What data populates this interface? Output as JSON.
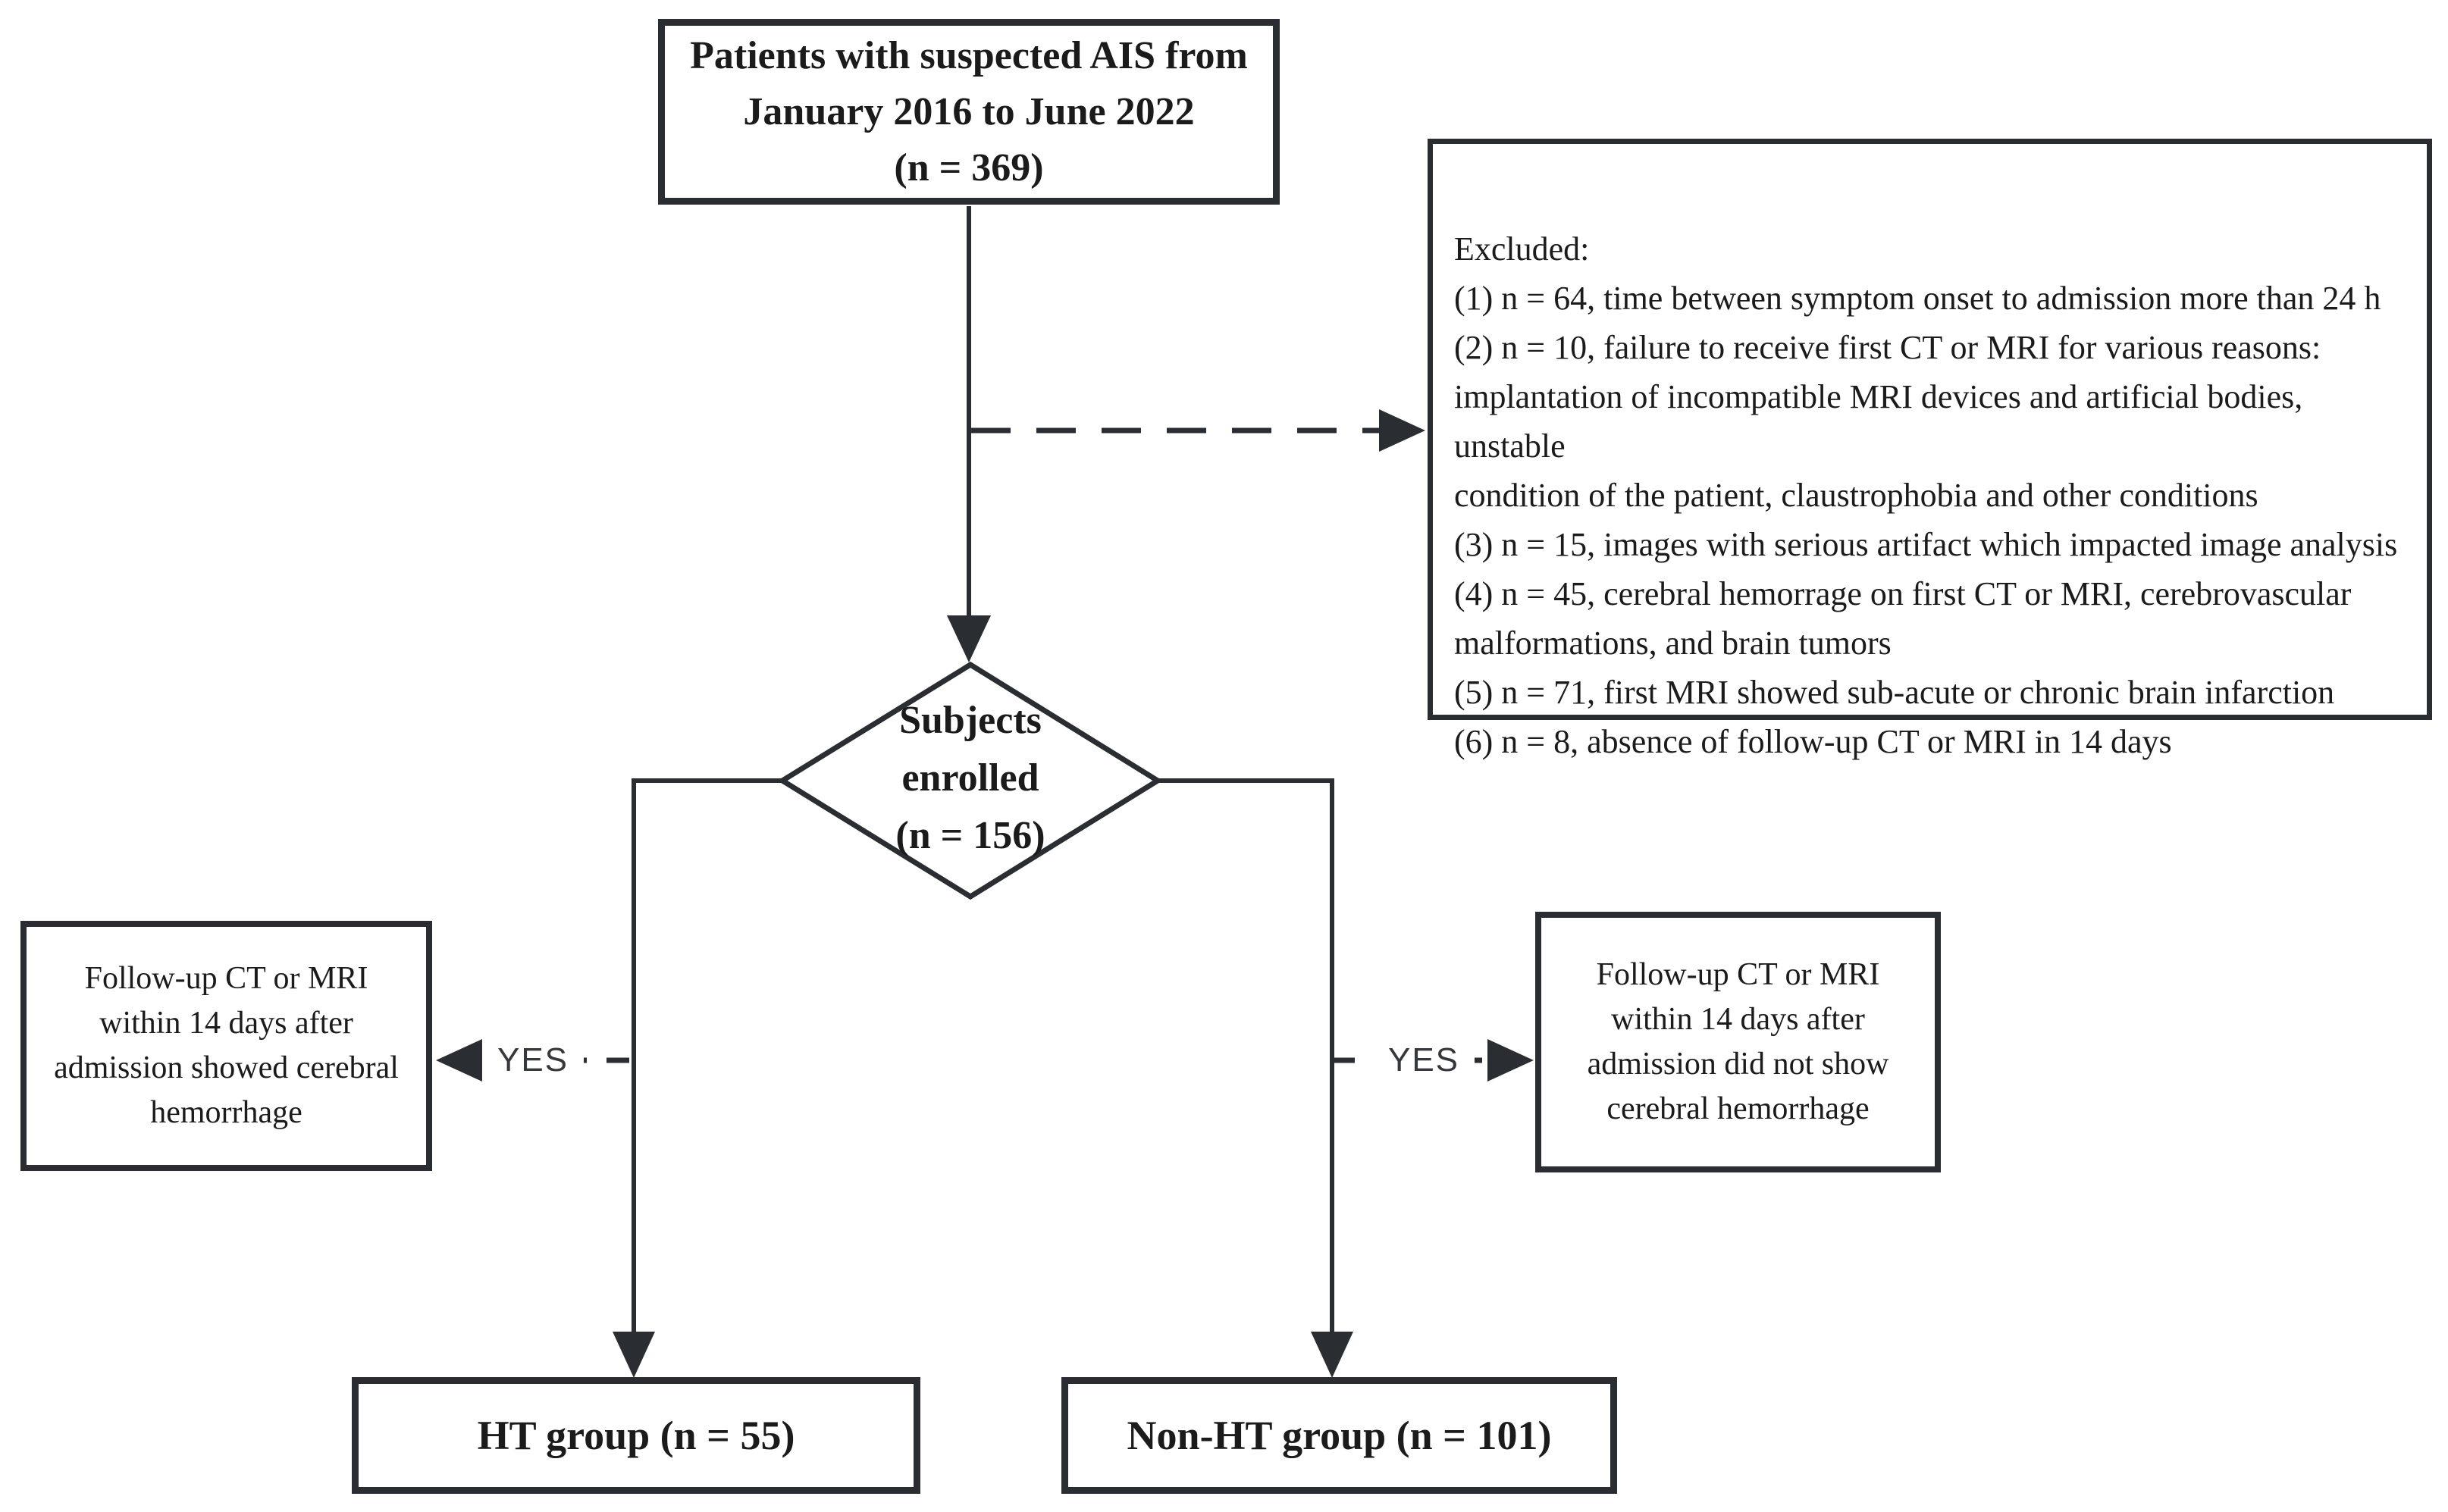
{
  "colors": {
    "background": "#ffffff",
    "line": "#2a2d31",
    "text": "#1b1b1b",
    "yes_text": "#35383d"
  },
  "diagram": {
    "start_box": {
      "lines": [
        "Patients with suspected AIS from",
        "January 2016 to June 2022",
        "(n = 369)"
      ]
    },
    "excluded_box": {
      "lines": [
        "Excluded:",
        "(1) n = 64, time between symptom onset to admission more than 24 h",
        "(2) n = 10, failure to receive first CT or MRI for various reasons:",
        "implantation of incompatible MRI devices and artificial bodies, unstable",
        "condition of the patient, claustrophobia and other conditions",
        "(3) n = 15, images with serious artifact which impacted image analysis",
        "(4) n = 45, cerebral hemorrage on first CT or MRI, cerebrovascular",
        "malformations, and brain tumors",
        "(5) n = 71, first MRI showed sub-acute or chronic brain infarction",
        "(6) n = 8, absence of follow-up CT or MRI in 14 days"
      ]
    },
    "decision_diamond": {
      "lines": [
        "Subjects",
        "enrolled",
        "(n = 156)"
      ]
    },
    "left_outcome_box": {
      "lines": [
        "Follow-up CT or MRI",
        "within 14 days after",
        "admission showed cerebral",
        "hemorrhage"
      ]
    },
    "right_outcome_box": {
      "lines": [
        "Follow-up CT or MRI",
        "within 14 days after",
        "admission did not show",
        "cerebral hemorrhage"
      ]
    },
    "ht_box": {
      "text": "HT group (n = 55)"
    },
    "nonht_box": {
      "text": "Non-HT group (n = 101)"
    },
    "left_branch": {
      "label": "YES"
    },
    "right_branch": {
      "label": "YES"
    }
  }
}
